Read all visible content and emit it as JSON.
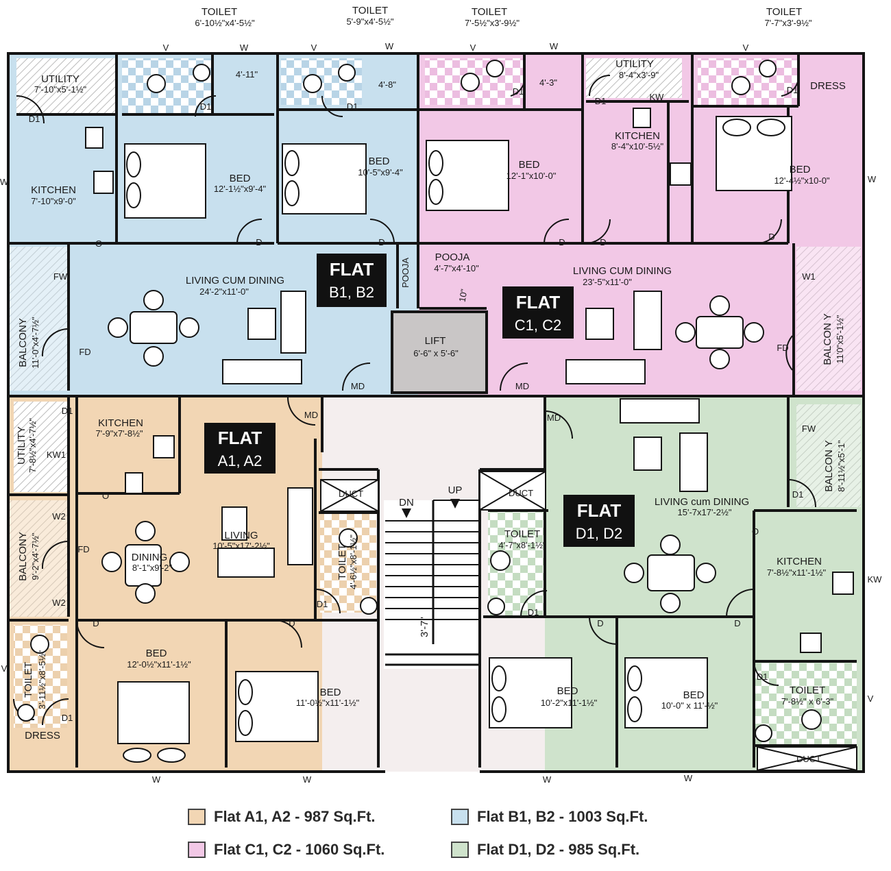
{
  "colors": {
    "flat_a": "#f2d6b4",
    "flat_b": "#c8e0ee",
    "flat_c": "#f2c8e6",
    "flat_d": "#cfe3cc",
    "core": "#f4eeee",
    "wall": "#141414"
  },
  "flats": {
    "a": {
      "title": "FLAT",
      "units": "A1, A2"
    },
    "b": {
      "title": "FLAT",
      "units": "B1, B2"
    },
    "c": {
      "title": "FLAT",
      "units": "C1, C2"
    },
    "d": {
      "title": "FLAT",
      "units": "D1, D2"
    }
  },
  "top_toilets": [
    {
      "name": "TOILET",
      "size": "6'-10½\"x4'-5½\""
    },
    {
      "name": "TOILET",
      "size": "5'-9\"x4'-5½\""
    },
    {
      "name": "TOILET",
      "size": "7'-5½\"x3'-9½\""
    },
    {
      "name": "TOILET",
      "size": "7'-7\"x3'-9½\""
    }
  ],
  "rooms": {
    "b_utility": {
      "name": "UTILITY",
      "size": "7'-10\"x5'-1½\""
    },
    "b_kitchen": {
      "name": "KITCHEN",
      "size": "7'-10\"x9'-0\""
    },
    "b_bed1": {
      "name": "BED",
      "size": "12'-1½\"x9'-4\""
    },
    "b_bed2": {
      "name": "BED",
      "size": "10'-5\"x9'-4\""
    },
    "b_living": {
      "name": "LIVING CUM DINING",
      "size": "24'-2\"x11'-0\""
    },
    "b_balcony": {
      "name": "BALCONY",
      "size": "11'-0\"x4'-7½\""
    },
    "b_pooja": {
      "name": "POOJA"
    },
    "c_pooja": {
      "name": "POOJA",
      "size": "4'-7\"x4'-10\""
    },
    "c_bed1": {
      "name": "BED",
      "size": "12'-1\"x10'-0\""
    },
    "c_utility": {
      "name": "UTILITY",
      "size": "8'-4\"x3'-9\""
    },
    "c_kitchen": {
      "name": "KITCHEN",
      "size": "8'-4\"x10'-5½\""
    },
    "c_bed2": {
      "name": "BED",
      "size": "12'-4½\"x10-0\""
    },
    "c_dress": {
      "name": "DRESS"
    },
    "c_living": {
      "name": "LIVING CUM DINING",
      "size": "23'-5\"x11'-0\""
    },
    "c_balcony": {
      "name": "BALCON Y",
      "size": "11'0\"x5'-1½\""
    },
    "lift": {
      "name": "LIFT",
      "size": "6'-6\" x 5'-6\""
    },
    "a_utility": {
      "name": "UTILITY",
      "size": "7'-8½\"x4'-7½\""
    },
    "a_kitchen": {
      "name": "KITCHEN",
      "size": "7'-9\"x7'-8½\""
    },
    "a_balcony": {
      "name": "BALCONY",
      "size": "9'-2\"x4'-7½\""
    },
    "a_dining": {
      "name": "DINING",
      "size": "8'-1\"x9'-2\""
    },
    "a_living": {
      "name": "LIVING",
      "size": "10'-5\"x17'-2½\""
    },
    "a_toilet_mid": {
      "name": "TOILET",
      "size": "4'-6½\"x8'-1½\""
    },
    "a_bed1": {
      "name": "BED",
      "size": "12'-0½\"x11'-1½\""
    },
    "a_bed2": {
      "name": "BED",
      "size": "11'-0½\"x11'-1½\""
    },
    "a_toilet_left": {
      "name": "TOILET",
      "size": "3'-11½\"x8'-5½\""
    },
    "a_dress": {
      "name": "DRESS"
    },
    "d_living": {
      "name": "LIVING cum DINING",
      "size": "15'-7x17'-2½\""
    },
    "d_balcony": {
      "name": "BALCON Y",
      "size": "8'-11½\"x5'-1\""
    },
    "d_toilet_mid": {
      "name": "TOILET",
      "size": "4'-7\"x8'-1½\""
    },
    "d_kitchen": {
      "name": "KITCHEN",
      "size": "7'-8½\"x11'-1½\""
    },
    "d_bed1": {
      "name": "BED",
      "size": "10'-2\"x11'-1½\""
    },
    "d_bed2": {
      "name": "BED",
      "size": "10'-0\" x 11'-½\""
    },
    "d_toilet_right": {
      "name": "TOILET",
      "size": "7'-8½\" x 6'-3\""
    }
  },
  "stair": {
    "dn": "DN",
    "up": "UP",
    "width": "3'-7\""
  },
  "ducts": [
    "DUCT",
    "DUCT",
    "DUCT"
  ],
  "openings": {
    "v": "V",
    "w": "W",
    "d": "D",
    "d1": "D1",
    "md": "MD",
    "fd": "FD",
    "fw": "FW",
    "kw": "KW",
    "kw1": "KW1",
    "w1": "W1",
    "w2": "W2",
    "o": "O"
  },
  "dims": {
    "b_t1": "4'-11\"",
    "b_t2": "4'-8\"",
    "c_t1": "4'-3\"",
    "c_pooja_w": "10\""
  },
  "legend": [
    {
      "label": "Flat A1, A2 - 987 Sq.Ft.",
      "color": "#f2d6b4"
    },
    {
      "label": "Flat B1, B2 - 1003 Sq.Ft.",
      "color": "#c8e0ee"
    },
    {
      "label": "Flat C1, C2 - 1060 Sq.Ft.",
      "color": "#f2c8e6"
    },
    {
      "label": "Flat D1, D2 - 985 Sq.Ft.",
      "color": "#cfe3cc"
    }
  ]
}
